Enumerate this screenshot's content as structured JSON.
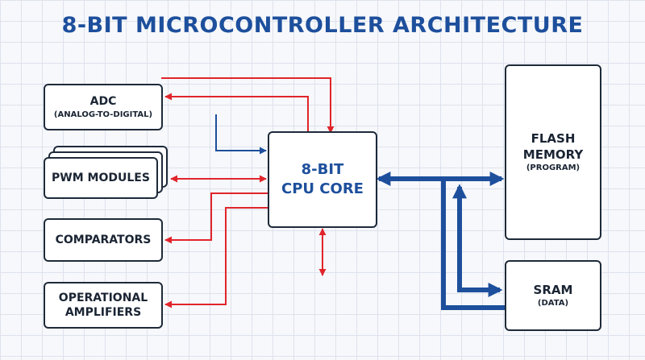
{
  "title": "8-BIT MICROCONTROLLER ARCHITECTURE",
  "blocks": {
    "adc": {
      "label": "ADC",
      "sublabel": "(ANALOG-TO-DIGITAL)"
    },
    "pwm": {
      "label": "PWM MODULES"
    },
    "comparators": {
      "label": "COMPARATORS"
    },
    "opamps": {
      "line1": "OPERATIONAL",
      "line2": "AMPLIFIERS"
    },
    "cpu": {
      "line1": "8-BIT",
      "line2": "CPU CORE"
    },
    "flash": {
      "line1": "FLASH",
      "line2": "MEMORY",
      "sublabel": "(PROGRAM)"
    },
    "sram": {
      "label": "SRAM",
      "sublabel": "(DATA)"
    }
  },
  "colors": {
    "title": "#1d4f9c",
    "control_lines": "#e0252b",
    "data_lines": "#1d4f9c",
    "box_border": "#1e2a3a",
    "grid": "#dde2ec"
  }
}
